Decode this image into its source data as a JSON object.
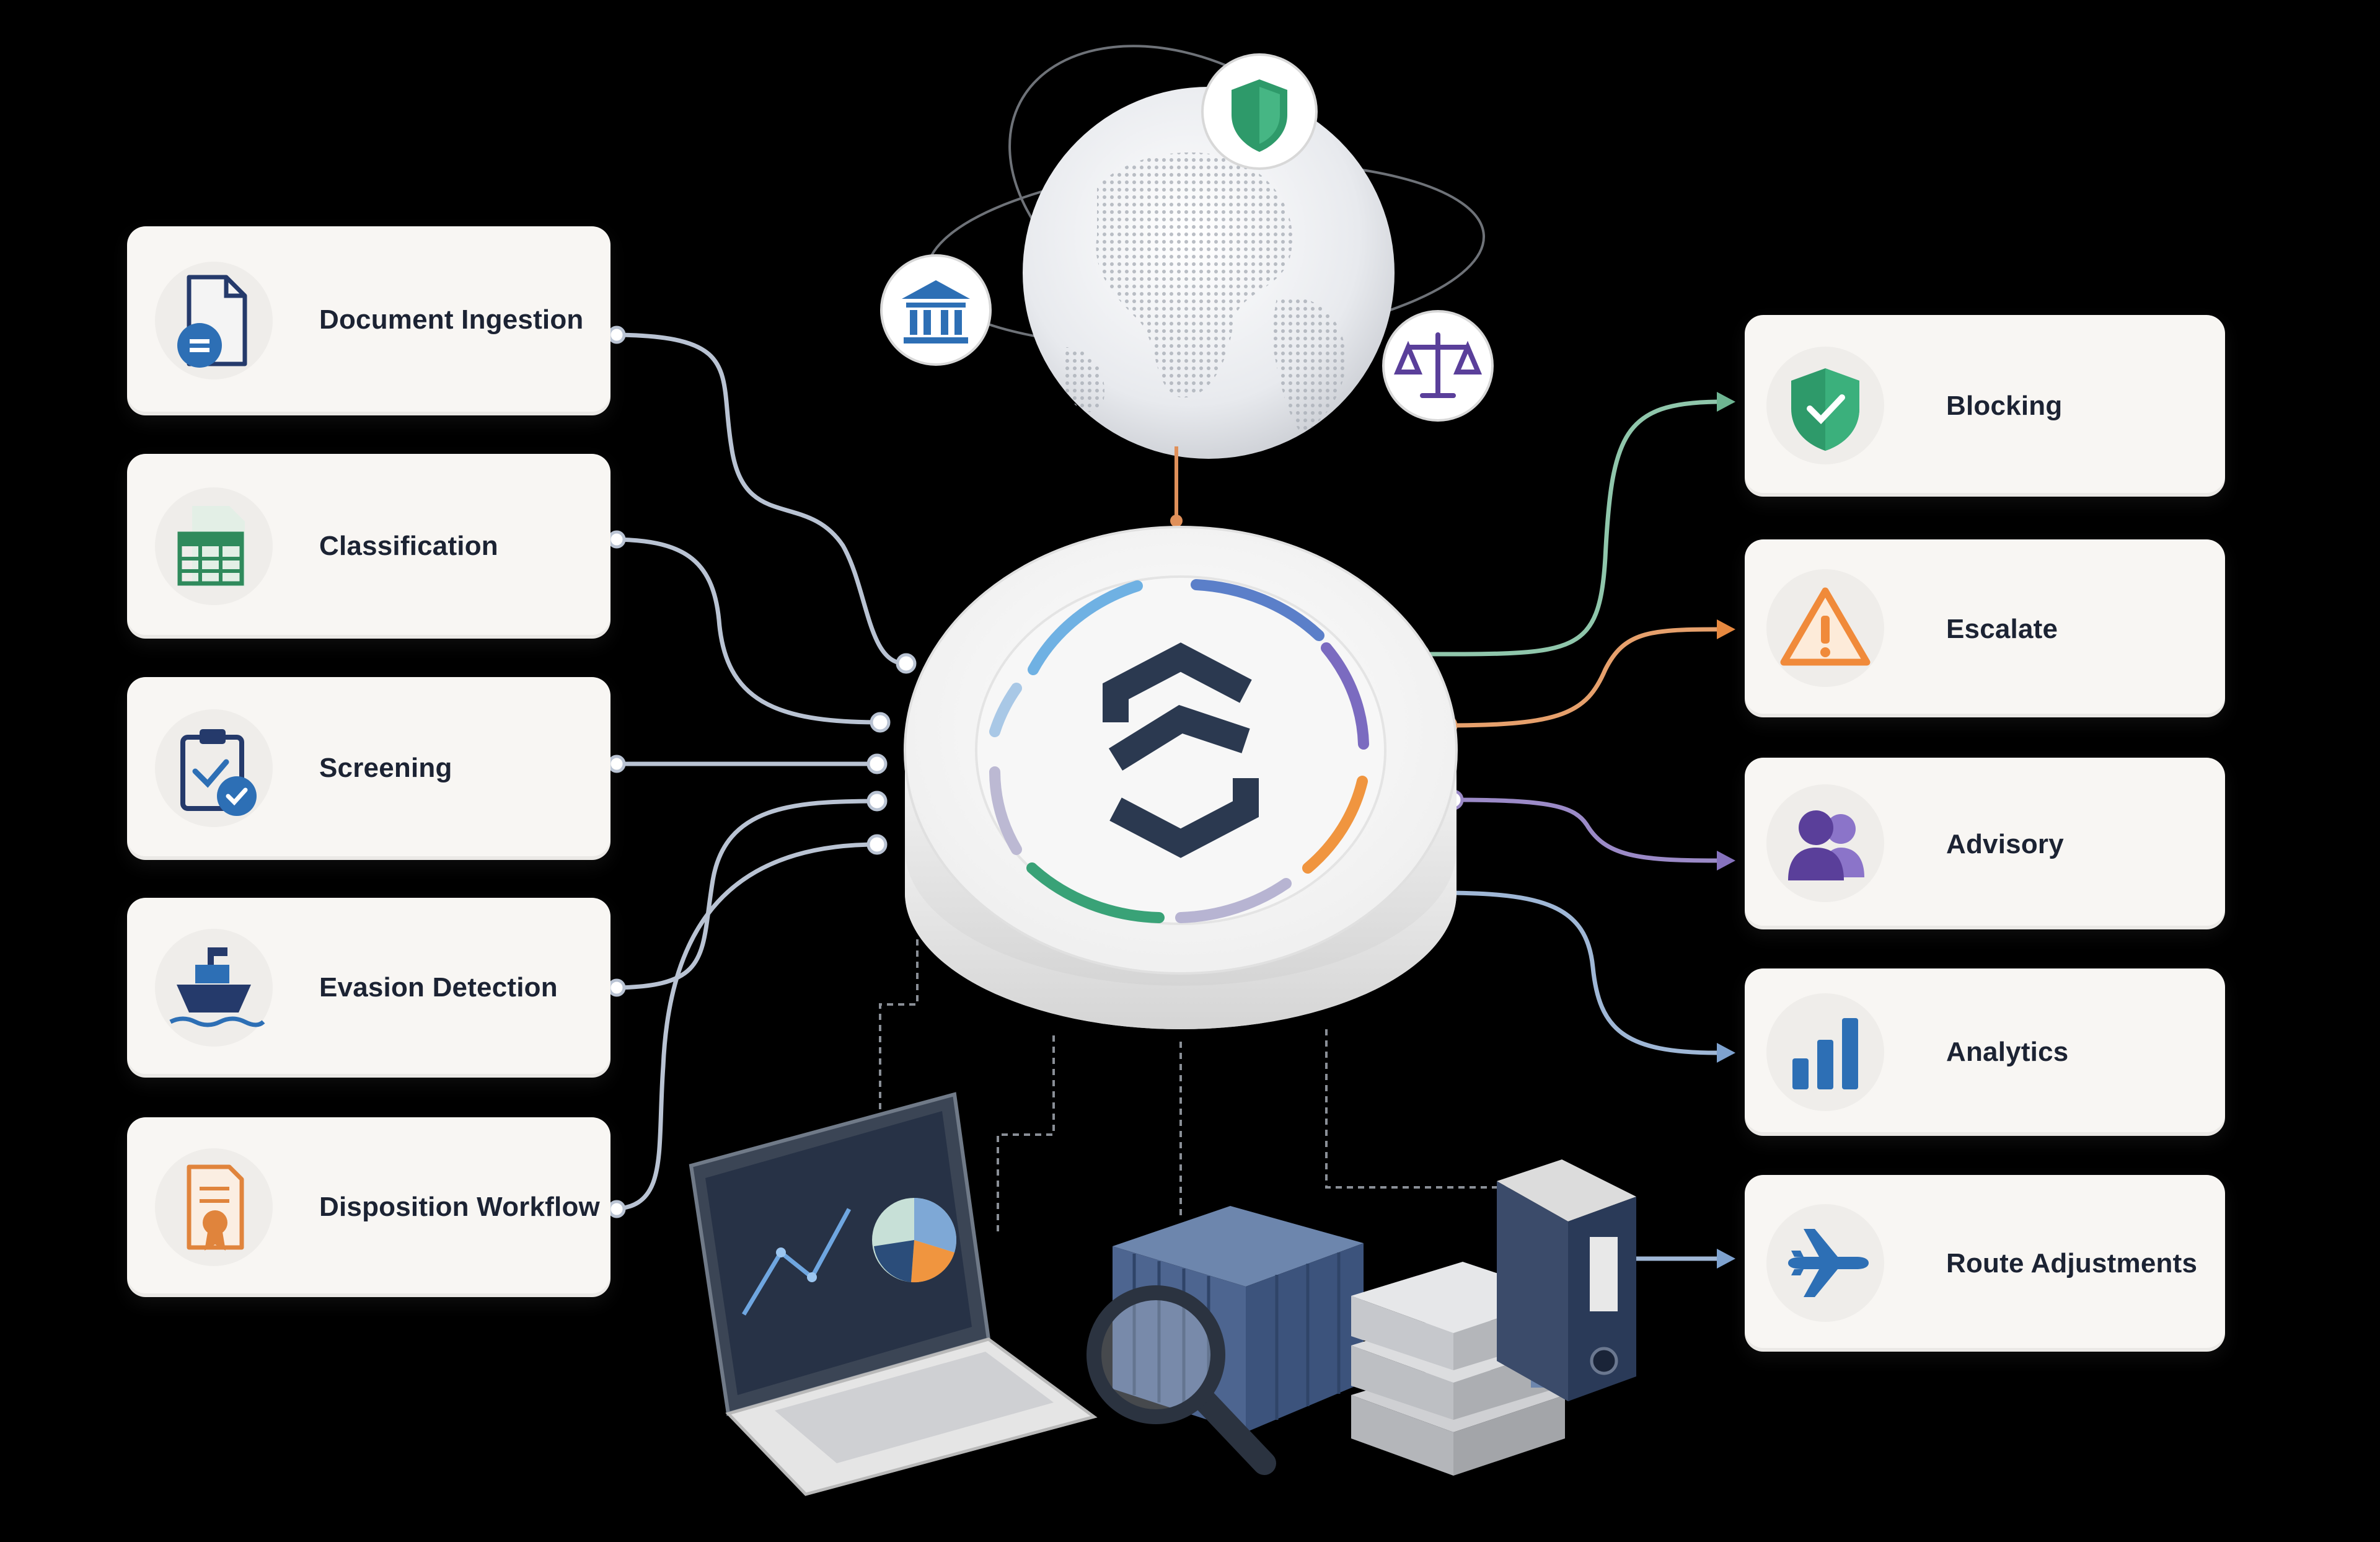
{
  "inputs": [
    {
      "label": "Document Ingestion",
      "icon": "document-icon"
    },
    {
      "label": "Classification",
      "icon": "spreadsheet-icon"
    },
    {
      "label": "Screening",
      "icon": "clipboard-check-icon"
    },
    {
      "label": "Evasion Detection",
      "icon": "ship-icon"
    },
    {
      "label": "Disposition Workflow",
      "icon": "certificate-icon"
    }
  ],
  "outputs": [
    {
      "label": "Blocking",
      "icon": "shield-check-icon",
      "color": "#2e9a6a"
    },
    {
      "label": "Escalate",
      "icon": "warning-icon",
      "color": "#f08a3a"
    },
    {
      "label": "Advisory",
      "icon": "users-icon",
      "color": "#6a4fb0"
    },
    {
      "label": "Analytics",
      "icon": "bar-chart-icon",
      "color": "#2d6fb5"
    },
    {
      "label": "Route Adjustments",
      "icon": "airplane-icon",
      "color": "#2d6fb5"
    }
  ],
  "globe_icons": [
    "shield-icon",
    "bank-icon",
    "scales-icon"
  ],
  "hub_icon": "hub-logo-icon",
  "bottom_items": [
    "laptop-dashboard",
    "cargo-container",
    "magnifier-icon",
    "document-stack",
    "binder"
  ]
}
